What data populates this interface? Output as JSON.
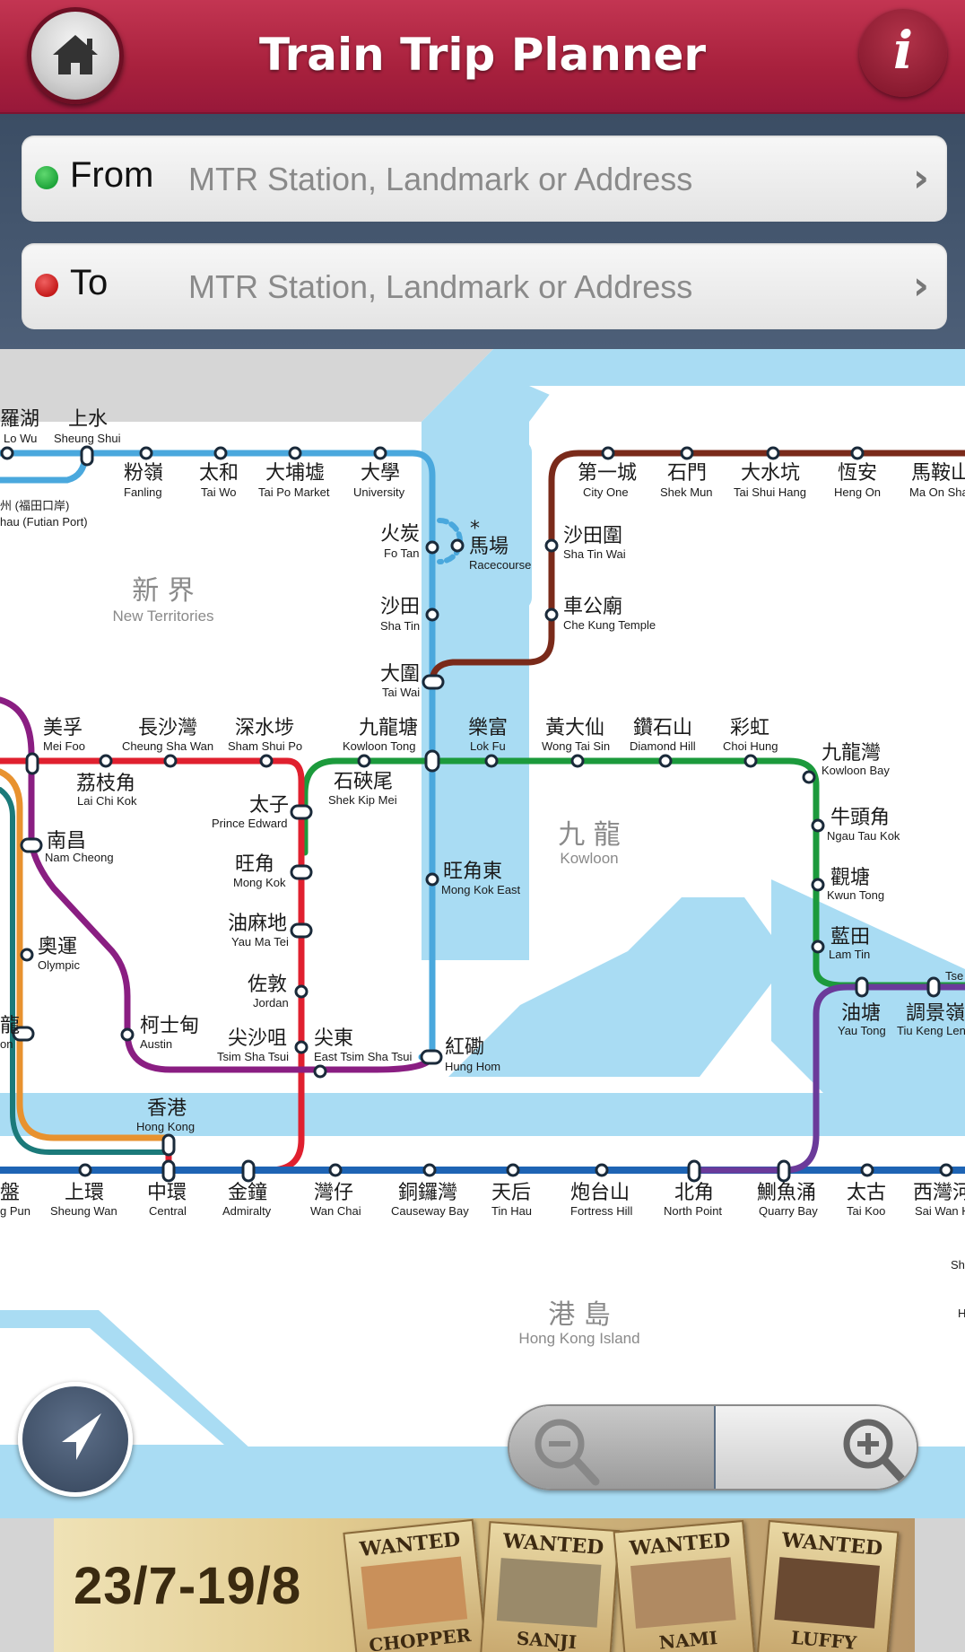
{
  "header": {
    "title": "Train Trip Planner",
    "home_icon": "home-icon",
    "info_label": "i"
  },
  "from": {
    "label": "From",
    "placeholder": "MTR Station, Landmark or Address",
    "dot_color": "#1ea43a"
  },
  "to": {
    "label": "To",
    "placeholder": "MTR Station, Landmark or Address",
    "dot_color": "#c41a1a"
  },
  "map": {
    "regions": [
      {
        "zh": "新 界",
        "en": "New Territories"
      },
      {
        "zh": "九 龍",
        "en": "Kowloon"
      },
      {
        "zh": "港 島",
        "en": "Hong Kong Island"
      }
    ],
    "stations": [
      {
        "zh": "羅湖",
        "en": "Lo Wu"
      },
      {
        "zh": "上水",
        "en": "Sheung Shui"
      },
      {
        "zh": "粉嶺",
        "en": "Fanling"
      },
      {
        "zh": "太和",
        "en": "Tai Wo"
      },
      {
        "zh": "大埔墟",
        "en": "Tai Po Market"
      },
      {
        "zh": "大學",
        "en": "University"
      },
      {
        "zh": "州 (福田口岸)",
        "en": "hau (Futian Port)"
      },
      {
        "zh": "火炭",
        "en": "Fo Tan"
      },
      {
        "zh": "馬場",
        "en": "Racecourse"
      },
      {
        "zh": "沙田",
        "en": "Sha Tin"
      },
      {
        "zh": "大圍",
        "en": "Tai Wai"
      },
      {
        "zh": "第一城",
        "en": "City One"
      },
      {
        "zh": "石門",
        "en": "Shek Mun"
      },
      {
        "zh": "大水坑",
        "en": "Tai Shui Hang"
      },
      {
        "zh": "恆安",
        "en": "Heng On"
      },
      {
        "zh": "馬鞍山",
        "en": "Ma On Sha"
      },
      {
        "zh": "沙田圍",
        "en": "Sha Tin Wai"
      },
      {
        "zh": "車公廟",
        "en": "Che Kung Temple"
      },
      {
        "zh": "美孚",
        "en": "Mei Foo"
      },
      {
        "zh": "長沙灣",
        "en": "Cheung Sha Wan"
      },
      {
        "zh": "深水埗",
        "en": "Sham Shui Po"
      },
      {
        "zh": "九龍塘",
        "en": "Kowloon Tong"
      },
      {
        "zh": "樂富",
        "en": "Lok Fu"
      },
      {
        "zh": "黃大仙",
        "en": "Wong Tai Sin"
      },
      {
        "zh": "鑽石山",
        "en": "Diamond Hill"
      },
      {
        "zh": "彩虹",
        "en": "Choi Hung"
      },
      {
        "zh": "九龍灣",
        "en": "Kowloon Bay"
      },
      {
        "zh": "荔枝角",
        "en": "Lai Chi Kok"
      },
      {
        "zh": "石硤尾",
        "en": "Shek Kip Mei"
      },
      {
        "zh": "太子",
        "en": "Prince Edward"
      },
      {
        "zh": "南昌",
        "en": "Nam Cheong"
      },
      {
        "zh": "旺角",
        "en": "Mong Kok"
      },
      {
        "zh": "旺角東",
        "en": "Mong Kok East"
      },
      {
        "zh": "牛頭角",
        "en": "Ngau Tau Kok"
      },
      {
        "zh": "觀塘",
        "en": "Kwun Tong"
      },
      {
        "zh": "油麻地",
        "en": "Yau Ma Tei"
      },
      {
        "zh": "奧運",
        "en": "Olympic"
      },
      {
        "zh": "藍田",
        "en": "Lam Tin"
      },
      {
        "zh": "佐敦",
        "en": "Jordan"
      },
      {
        "zh": "油塘",
        "en": "Yau Tong"
      },
      {
        "zh": "調景嶺",
        "en": "Tiu Keng Leng"
      },
      {
        "zh": "柯士甸",
        "en": "Austin"
      },
      {
        "zh": "尖沙咀",
        "en": "Tsim Sha Tsui"
      },
      {
        "zh": "尖東",
        "en": "East Tsim Sha Tsui"
      },
      {
        "zh": "紅磡",
        "en": "Hung Hom"
      },
      {
        "zh": "香港",
        "en": "Hong Kong"
      },
      {
        "zh": "盤",
        "en": "g Pun"
      },
      {
        "zh": "上環",
        "en": "Sheung Wan"
      },
      {
        "zh": "中環",
        "en": "Central"
      },
      {
        "zh": "金鐘",
        "en": "Admiralty"
      },
      {
        "zh": "灣仔",
        "en": "Wan Chai"
      },
      {
        "zh": "銅鑼灣",
        "en": "Causeway Bay"
      },
      {
        "zh": "天后",
        "en": "Tin Hau"
      },
      {
        "zh": "炮台山",
        "en": "Fortress Hill"
      },
      {
        "zh": "北角",
        "en": "North Point"
      },
      {
        "zh": "鰂魚涌",
        "en": "Quarry Bay"
      },
      {
        "zh": "太古",
        "en": "Tai Koo"
      },
      {
        "zh": "西灣河",
        "en": "Sai Wan Ho"
      },
      {
        "zh": "龍",
        "en": "on"
      }
    ],
    "edge_labels": [
      "Tse",
      "Sh",
      "H",
      "*"
    ],
    "line_colors": {
      "east_rail": "#4aa8dd",
      "ma_on_shan": "#7a2a1a",
      "kwun_tong": "#1c9a3c",
      "tsuen_wan": "#e0202f",
      "west_rail": "#8a1e82",
      "tung_chung": "#e8922f",
      "airport_express": "#1b7a7a",
      "island": "#1e64b4",
      "tseung_kwan_o": "#6b3a9a",
      "water": "#a9dcf3"
    }
  },
  "controls": {
    "locate_icon": "navigation-arrow-icon",
    "zoom_out_icon": "zoom-out-icon",
    "zoom_in_icon": "zoom-in-icon"
  },
  "ad": {
    "date_text": "23/7-19/8",
    "posters": [
      {
        "title": "WANTED",
        "name": "CHOPPER"
      },
      {
        "title": "WANTED",
        "name": "SANJI"
      },
      {
        "title": "WANTED",
        "name": "NAMI"
      },
      {
        "title": "WANTED",
        "name": "LUFFY"
      }
    ]
  }
}
